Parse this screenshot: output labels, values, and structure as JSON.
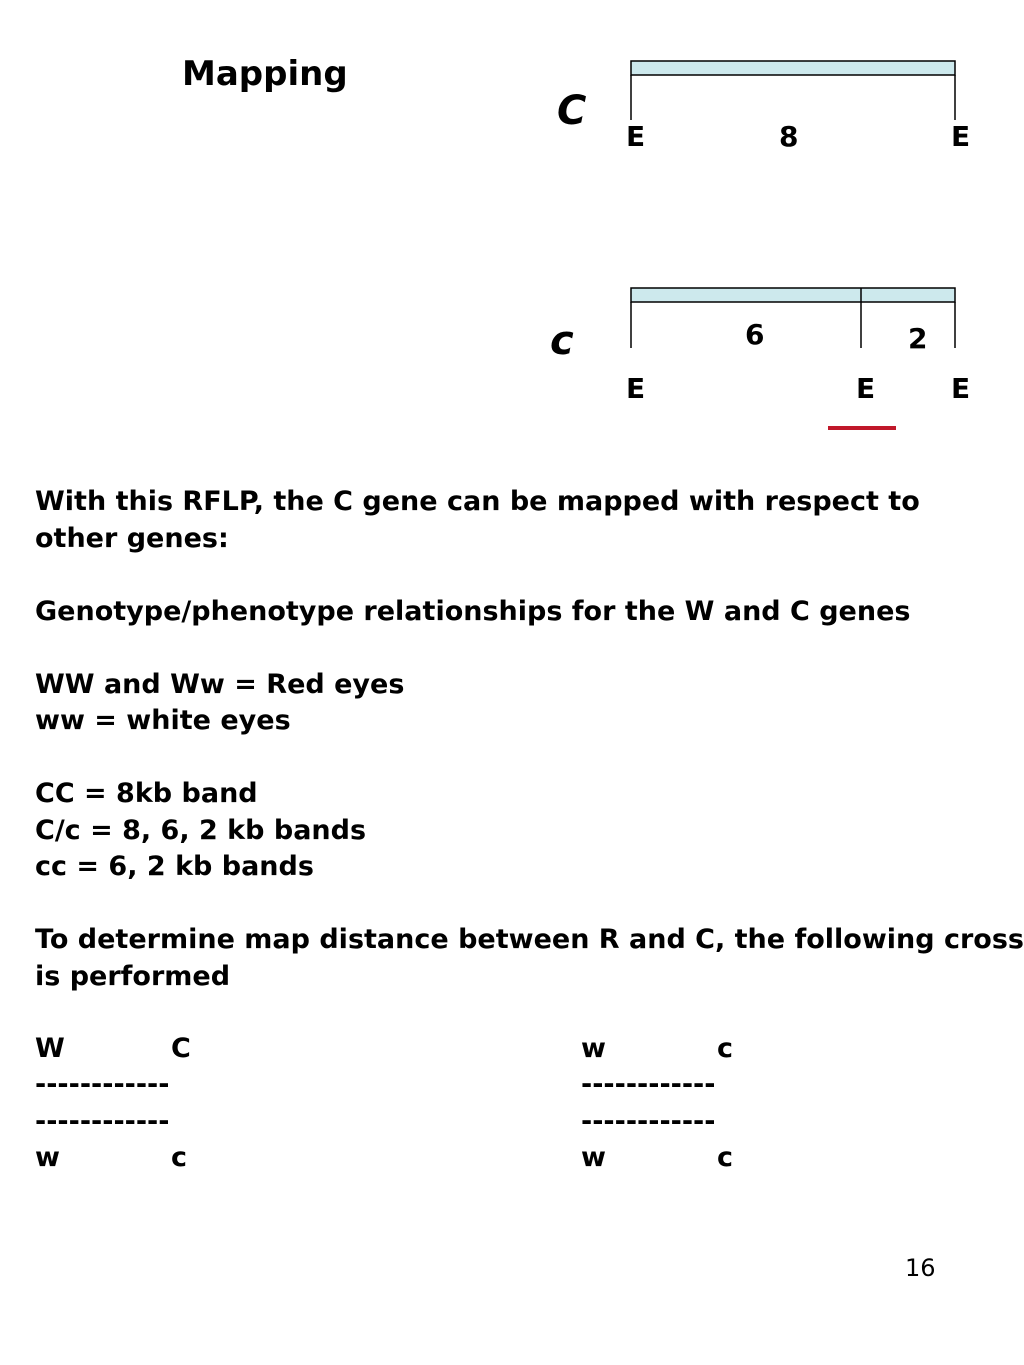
{
  "title": "Mapping",
  "diagram": {
    "upper": {
      "gene": "C",
      "sites": [
        "E",
        "E"
      ],
      "fragments": [
        "8"
      ]
    },
    "lower": {
      "gene": "c",
      "sites": [
        "E",
        "E",
        "E"
      ],
      "fragments": [
        "6",
        "2"
      ]
    },
    "colors": {
      "dna_fill": "#cde9ed",
      "outline": "#000000",
      "marker": "#c0182a"
    }
  },
  "paragraphs": {
    "intro_1": "With this RFLP, the C gene can be mapped with respect to",
    "intro_2": "other genes:",
    "relationships": "Genotype/phenotype relationships for the W and C genes",
    "ww_red": "WW and Ww = Red eyes",
    "ww_white": "ww = white eyes",
    "cc_band": "CC = 8kb band",
    "cc_het": "C/c = 8, 6, 2 kb bands",
    "cc_hom": "cc = 6, 2 kb bands",
    "determine_1": "To determine map distance between R and C, the following cross",
    "determine_2": "is performed"
  },
  "cross": {
    "left": {
      "top": [
        "W",
        "C"
      ],
      "dash_1": "------------",
      "dash_2": "------------",
      "bottom": [
        "w",
        "c"
      ]
    },
    "right": {
      "top": [
        "w",
        "c"
      ],
      "dash_1": "------------",
      "dash_2": "------------",
      "bottom": [
        "w",
        "c"
      ]
    }
  },
  "page_number": "16"
}
